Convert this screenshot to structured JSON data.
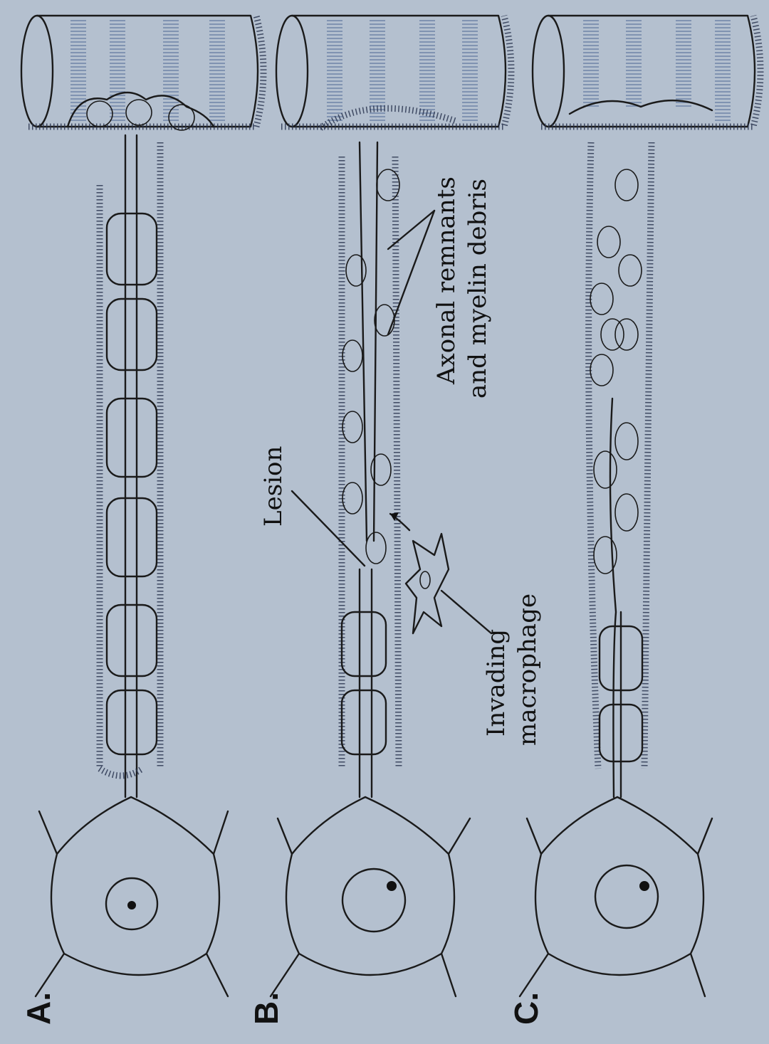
{
  "panels": [
    {
      "label": "A."
    },
    {
      "label": "B."
    },
    {
      "label": "C."
    }
  ],
  "annotations": {
    "axonal_line1": "Axonal remnants",
    "axonal_line2": "and myelin debris",
    "lesion": "Lesion",
    "macrophage_line1": "Invading",
    "macrophage_line2": "macrophage"
  },
  "colors": {
    "background": "#b4c0cf",
    "ink": "#1a1a1a",
    "muscle_stipple": "#6f84a8"
  }
}
